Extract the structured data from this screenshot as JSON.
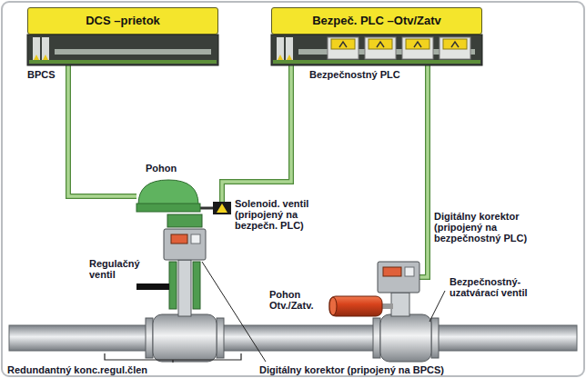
{
  "diagram": {
    "nodes": [
      {
        "text": [
          "DCS –prietok",
          "BPCS"
        ]
      },
      {
        "text": [
          "Bezpeč. PLC –Otv/Zatv",
          "Bezpečnostný PLC"
        ]
      },
      {
        "text": [
          "Pohon"
        ]
      },
      {
        "text": [
          "Solenoid. ventil (pripojený na bezpečn. PLC)"
        ]
      },
      {
        "text": [
          "Digitálny korektor (pripojený na bezpečnostný PLC)"
        ]
      }
    ],
    "edges": [
      {
        "from": 0,
        "to": 2,
        "arrow": "none"
      },
      {
        "from": 1,
        "to": 3,
        "arrow": "none"
      },
      {
        "from": 1,
        "to": 4,
        "arrow": "none"
      }
    ],
    "labels": [
      "Regulačný ventil",
      "Digitálny korektor (pripojený na BPCS)",
      "Pohon Otv./Zatv.",
      "Bezpečnostný- uzatvárací ventil",
      "Redundantný konc.regul.člen"
    ]
  }
}
